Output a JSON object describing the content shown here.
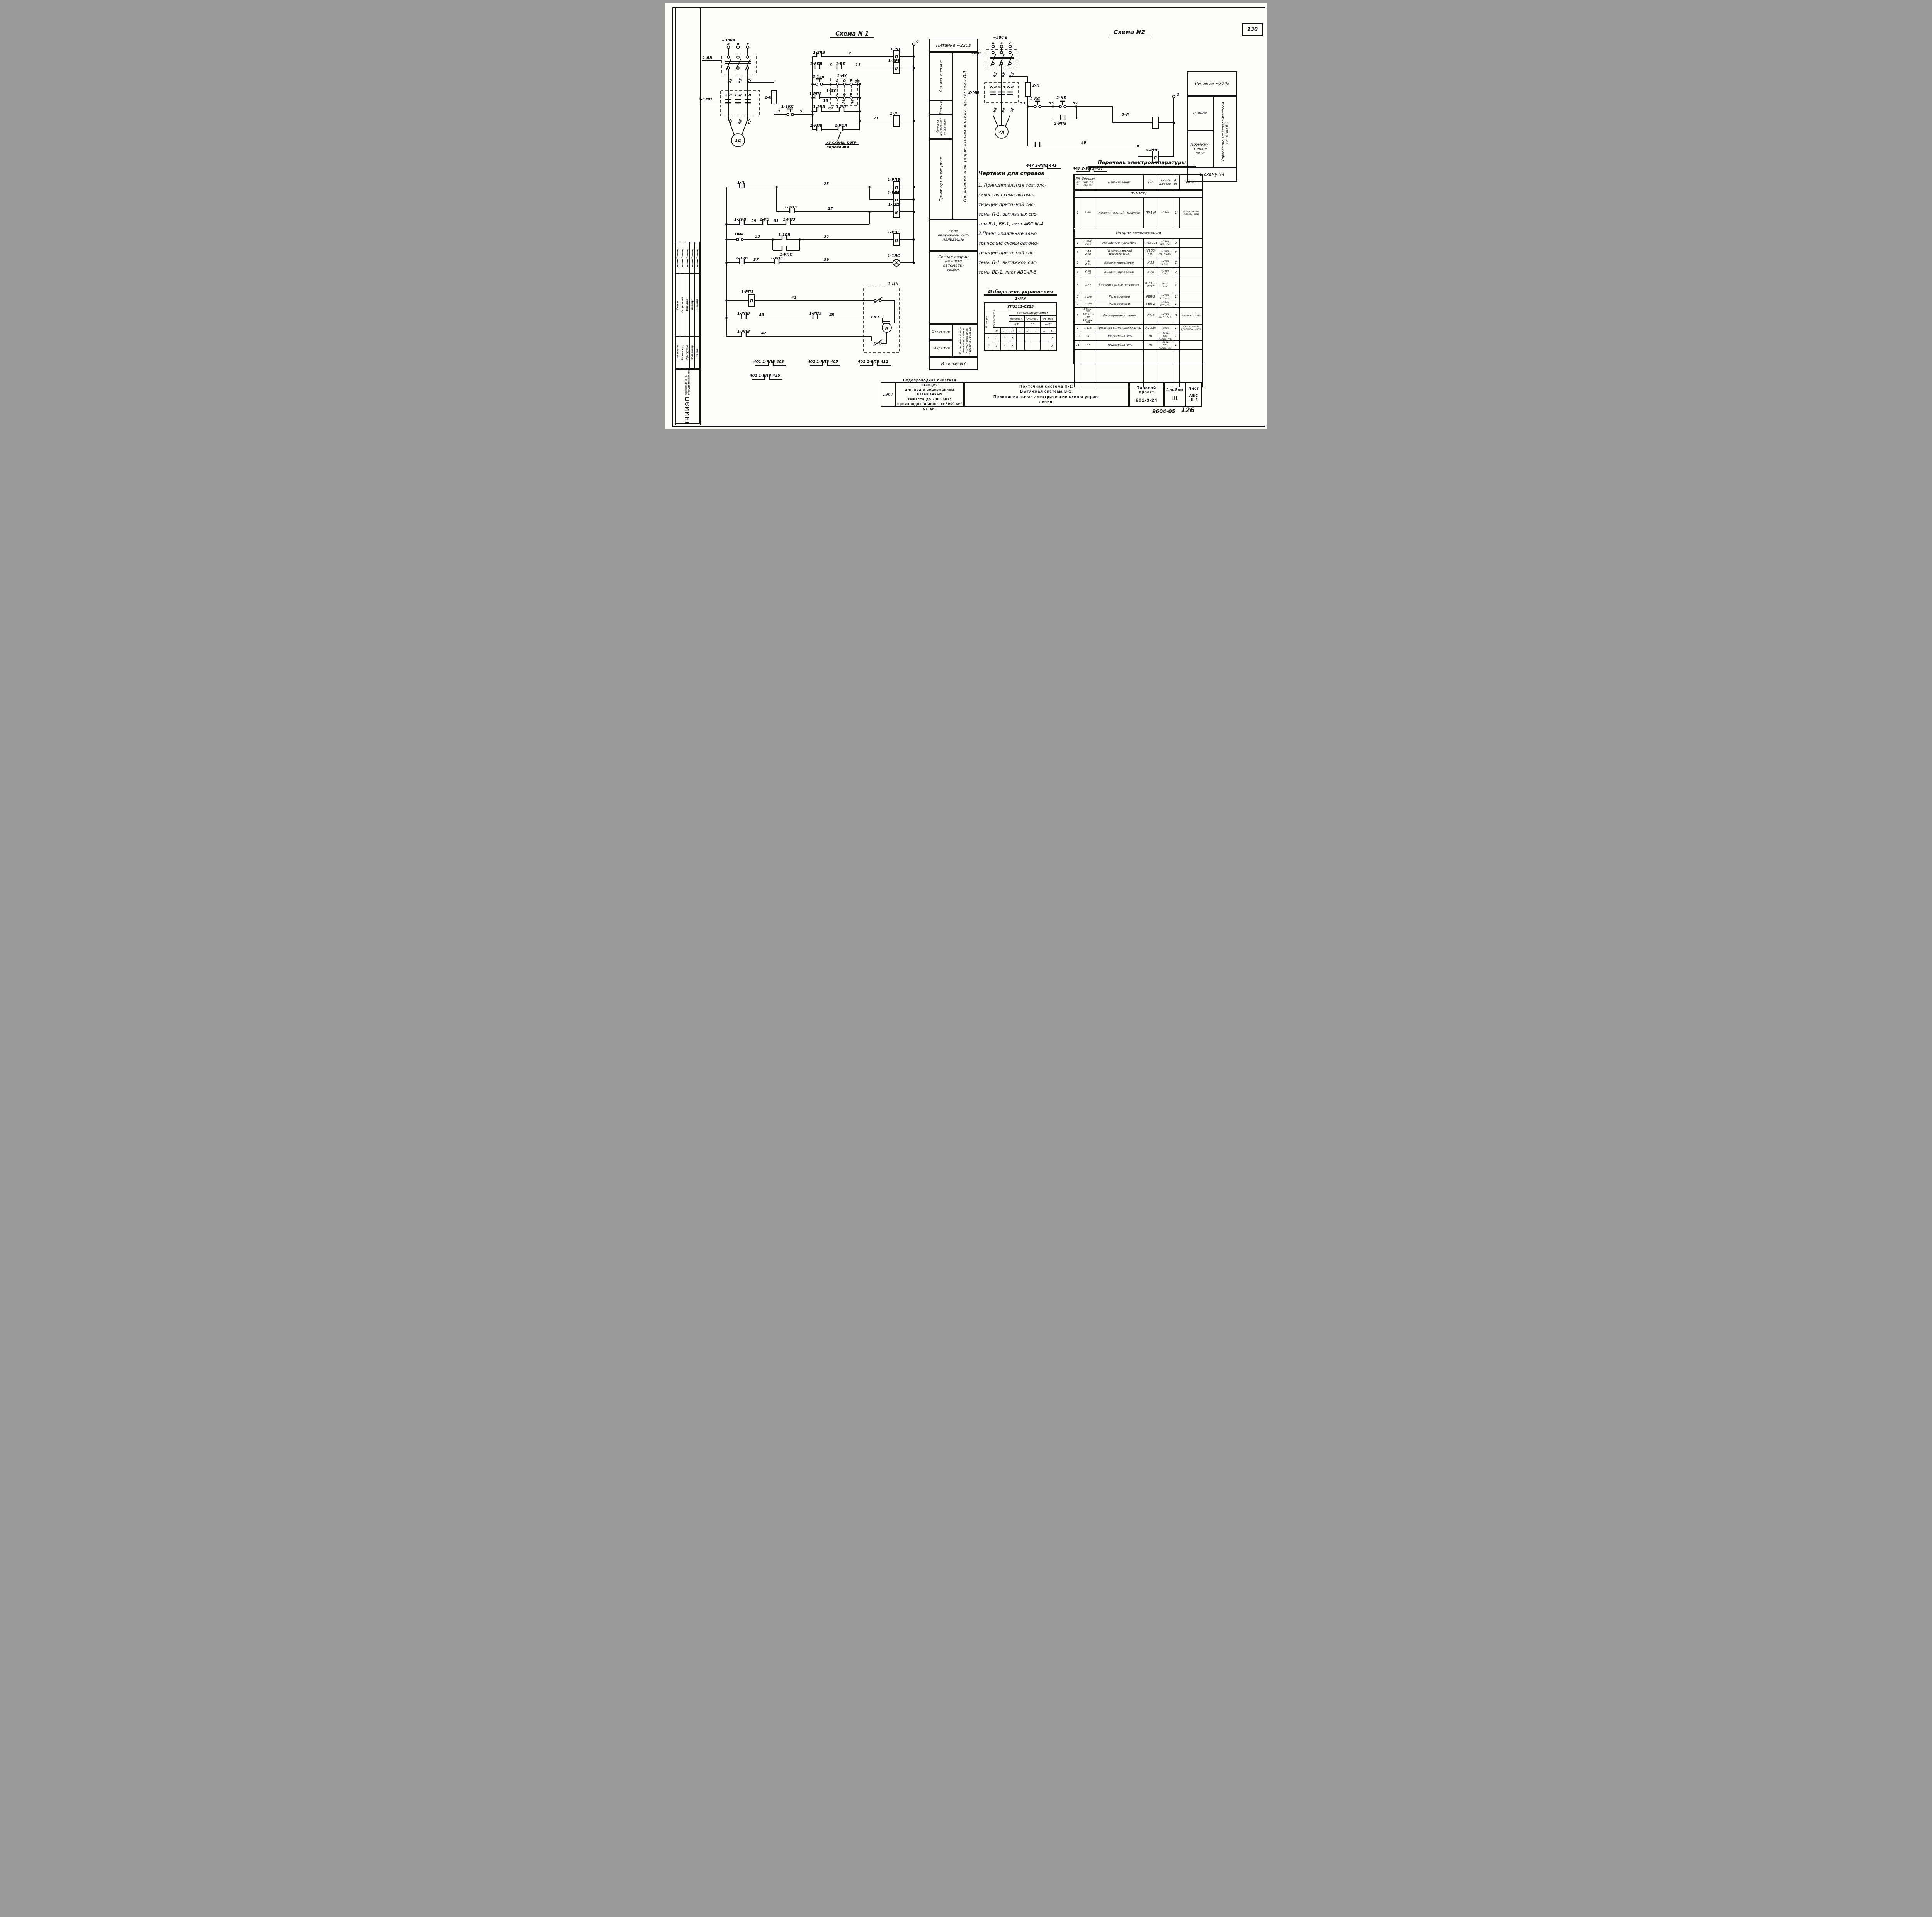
{
  "page": {
    "corner_number": "130",
    "doc_code": "9604-05",
    "hand_number": "126"
  },
  "schema1": {
    "title": "Схема N 1",
    "panel": {
      "header": "Питание ~220в",
      "auto": "Автоматическое",
      "manual": "Ручное",
      "coil": "Катушка магнитного пускателя.",
      "inter": "Промежуточные реле",
      "right": "Управление электродвигателем вентилятора системы П-1.",
      "alarm": "Реле\nаварийной сиг-\nнализации",
      "signal": "Сигнал аварии\nна щите\nавтомати-\nзации.",
      "open": "Открытие",
      "close": "Закрытие",
      "right2": "Управление испол-нительным меха-низмом клапанам наружного воздуха",
      "footer": "В схему N3"
    },
    "labels": [
      [
        "~380в",
        148,
        99
      ],
      [
        "а",
        165,
        109,
        0,
        "m"
      ],
      [
        "в",
        190,
        109,
        0,
        "m"
      ],
      [
        "с",
        215,
        109,
        0,
        "m"
      ],
      [
        "1-АВ",
        98,
        145
      ],
      [
        "1-1МП",
        88,
        252
      ],
      [
        "а1",
        170,
        208,
        -65
      ],
      [
        "в1",
        195,
        208,
        -65
      ],
      [
        "с1",
        220,
        208,
        -65
      ],
      [
        "1-Л",
        165,
        241,
        0,
        "m"
      ],
      [
        "1-Л",
        190,
        241,
        0,
        "m"
      ],
      [
        "1-Л",
        215,
        241,
        0,
        "m"
      ],
      [
        "а2",
        170,
        314,
        -65
      ],
      [
        "в2",
        195,
        314,
        -65
      ],
      [
        "с2",
        220,
        314,
        -65
      ],
      [
        "1Д",
        190,
        359,
        0,
        "m"
      ],
      [
        "1-П",
        259,
        247
      ],
      [
        "3",
        292,
        283
      ],
      [
        "1-1КС",
        302,
        271
      ],
      [
        "5",
        350,
        283
      ],
      [
        "1-2РВ",
        384,
        131
      ],
      [
        "7",
        476,
        133
      ],
      [
        "1-РП",
        584,
        122
      ],
      [
        "П",
        600,
        142,
        0,
        "m"
      ],
      [
        "1-РПВ",
        376,
        160
      ],
      [
        "9",
        428,
        163
      ],
      [
        "1-РП",
        443,
        160
      ],
      [
        "11",
        494,
        163
      ],
      [
        "1-2РВ",
        579,
        152
      ],
      [
        "В",
        600,
        172,
        0,
        "m"
      ],
      [
        "1-1кп",
        383,
        194
      ],
      [
        "1-ИУ",
        446,
        191
      ],
      [
        "А",
        447,
        204,
        0,
        "m"
      ],
      [
        "О",
        465,
        204,
        0,
        "m"
      ],
      [
        "Р",
        483,
        204,
        0,
        "m"
      ],
      [
        "13",
        492,
        207
      ],
      [
        "1-ИУ",
        418,
        230
      ],
      [
        "А",
        447,
        240,
        0,
        "m"
      ],
      [
        "О",
        465,
        240,
        0,
        "m"
      ],
      [
        "Р",
        483,
        240,
        0,
        "m"
      ],
      [
        "1-РПВ",
        374,
        238
      ],
      [
        "15",
        410,
        256
      ],
      [
        "2",
        462,
        259,
        0,
        "m"
      ],
      [
        "4",
        486,
        259,
        0,
        "m"
      ],
      [
        "1-2РВ",
        384,
        272
      ],
      [
        "19",
        422,
        275
      ],
      [
        "1-РП",
        444,
        272
      ],
      [
        "21",
        540,
        301
      ],
      [
        "1-Л",
        583,
        289
      ],
      [
        "1-РПВ",
        376,
        320
      ],
      [
        "1-РПА",
        440,
        320
      ],
      [
        "из схемы регу-",
        418,
        364
      ],
      [
        "лирования",
        418,
        376
      ],
      [
        "1-П",
        188,
        467
      ],
      [
        "25",
        412,
        471
      ],
      [
        "1-РПВ",
        577,
        460
      ],
      [
        "П",
        600,
        481,
        0,
        "m"
      ],
      [
        "1-РПВ",
        577,
        494
      ],
      [
        "П",
        600,
        513,
        0,
        "m"
      ],
      [
        "1-РПЗ",
        310,
        531
      ],
      [
        "27",
        422,
        535
      ],
      [
        "1-1РВ",
        579,
        524
      ],
      [
        "В",
        600,
        545,
        0,
        "m"
      ],
      [
        "1-2РВ",
        180,
        563
      ],
      [
        "29",
        224,
        567
      ],
      [
        "1-РП",
        246,
        563
      ],
      [
        "31",
        282,
        567
      ],
      [
        "1-РПЗ",
        306,
        563
      ],
      [
        "1КС",
        180,
        601
      ],
      [
        "33",
        234,
        607
      ],
      [
        "1-1РВ",
        294,
        603
      ],
      [
        "35",
        412,
        607
      ],
      [
        "1-РПС",
        577,
        596
      ],
      [
        "П",
        600,
        617,
        0,
        "m"
      ],
      [
        "1-РПС",
        298,
        654
      ],
      [
        "1-1РВ",
        184,
        663
      ],
      [
        "37",
        230,
        667
      ],
      [
        "1-РПС",
        274,
        663
      ],
      [
        "39",
        412,
        667
      ],
      [
        "1-1ЛС",
        577,
        657
      ],
      [
        "1-РПЗ",
        198,
        750
      ],
      [
        "П",
        225,
        774,
        0,
        "m"
      ],
      [
        "41",
        328,
        765
      ],
      [
        "1-РПВ",
        188,
        806
      ],
      [
        "43",
        244,
        810
      ],
      [
        "1-РПЗ",
        374,
        806
      ],
      [
        "45",
        426,
        810
      ],
      [
        "1-РПВ",
        188,
        853
      ],
      [
        "47",
        250,
        857
      ],
      [
        "1-ЦН",
        578,
        730
      ],
      [
        "Д",
        575,
        844,
        0,
        "m"
      ],
      [
        "401 1-РПВ 403",
        230,
        931
      ],
      [
        "401 1-РПВ 405",
        370,
        931
      ],
      [
        "401 1-РПВ 411",
        500,
        931
      ],
      [
        "401 1-РПВ 425",
        220,
        967
      ],
      [
        "0",
        651,
        102
      ]
    ]
  },
  "schema2": {
    "title": "Схема N2",
    "panel": {
      "header": "Питание ~220в",
      "manual": "Ручное",
      "inter": "Промежу-\nточное\nреле",
      "right": "Управление электродвигателем системы В-1.",
      "footer": "В схему N4"
    },
    "labels": [
      [
        "~380 в",
        850,
        92
      ],
      [
        "а",
        850,
        107,
        0,
        "m"
      ],
      [
        "в",
        872,
        107,
        0,
        "m"
      ],
      [
        "с",
        894,
        107,
        0,
        "m"
      ],
      [
        "2-АВ",
        793,
        133
      ],
      [
        "2-МП",
        786,
        234
      ],
      [
        "а3",
        855,
        192,
        -65
      ],
      [
        "в3",
        877,
        192,
        -65
      ],
      [
        "с3",
        899,
        192,
        -65
      ],
      [
        "2-Л",
        850,
        221,
        0,
        "m"
      ],
      [
        "2-Л",
        872,
        221,
        0,
        "m"
      ],
      [
        "2-Л",
        894,
        221,
        0,
        "m"
      ],
      [
        "а4",
        855,
        284,
        -65
      ],
      [
        "в4",
        877,
        284,
        -65
      ],
      [
        "с4",
        899,
        284,
        -65
      ],
      [
        "2Д",
        872,
        337,
        0,
        "m"
      ],
      [
        "2-П",
        952,
        216
      ],
      [
        "53",
        920,
        262
      ],
      [
        "2-КС",
        946,
        251
      ],
      [
        "55",
        994,
        262
      ],
      [
        "2-КП",
        1014,
        248
      ],
      [
        "57",
        1056,
        262
      ],
      [
        "2-РПВ",
        1008,
        315
      ],
      [
        "2-Л",
        1183,
        292
      ],
      [
        "59",
        1078,
        364
      ],
      [
        "2-РПВ",
        1246,
        384
      ],
      [
        "П",
        1270,
        404,
        0,
        "m"
      ],
      [
        "0",
        1325,
        240
      ],
      [
        "447 2-РПВ 441",
        936,
        423
      ],
      [
        "447 2-РПВ 437",
        1056,
        431
      ]
    ]
  },
  "references": {
    "title": "Чертежи для справок",
    "lines": [
      "1. Принципиальная техноло-",
      "гическая схема автома-",
      "тизации приточной сис-",
      "темы П-1, вытяжных сис-",
      "тем В-1, ВЕ-1, лист АВС III-4",
      "2.Принципиальные элек-",
      "трические схемы автома-",
      "тизации приточной сис-",
      "темы П-1, вытяжной сис-",
      "темы ВЕ-1, лист АВС-III-6"
    ]
  },
  "list_title": "Перечень электроаппаратуры",
  "apparatus": {
    "columns": [
      "NN\nп/п",
      "Обозначе-\nние по\nсхеме",
      "Наименование",
      "Тип",
      "Технич.\nданные",
      "К-во",
      "Примеч."
    ],
    "sections": [
      {
        "name": "по месту",
        "rows": [
          {
            "n": "1",
            "ref": "1-ИМ",
            "name": "Исполнительный механизм",
            "type": "ПР-1 М",
            "tech": "~220в",
            "qty": "1",
            "note": "Комплектно\nс заслонкой"
          }
        ]
      },
      {
        "name": "На щите автоматизации",
        "rows": [
          {
            "n": "1",
            "ref": "1-1МП\n2-МП",
            "name": "Магнитный пускатель",
            "type": "ПМЕ-111",
            "tech": "~220в\n5но+2нз",
            "qty": "2",
            "note": ""
          },
          {
            "n": "2",
            "ref": "1-АВ\n2-АВ",
            "name": "Автоматический выключатель",
            "type": "АП 50-\n3МТ",
            "tech": "~380в\nIуст=1,6а",
            "qty": "2",
            "note": ""
          },
          {
            "n": "3",
            "ref": "1-КС\n2-КС",
            "name": "Кнопка управления",
            "type": "К-23",
            "tech": "~220в\n2 н.з.",
            "qty": "2",
            "note": ""
          },
          {
            "n": "4",
            "ref": "2-КП\n1-КП",
            "name": "Кнопка управления",
            "type": "К-20",
            "tech": "~220в\n2 н.о",
            "qty": "2",
            "note": ""
          },
          {
            "n": "5",
            "ref": "1-ИУ",
            "name": "Универсальный переключ.",
            "type": "УП5311-\nС225",
            "tech": "на 2 секц.",
            "qty": "1",
            "note": ""
          },
          {
            "n": "6",
            "ref": "1-2РВ",
            "name": "Реле времени",
            "type": "РВП-2",
            "tech": "~220в\n2°° исп.",
            "qty": "1",
            "note": ""
          },
          {
            "n": "7",
            "ref": "1-1РВ",
            "name": "Реле времени",
            "type": "РВП-2",
            "tech": "~220в\n4°° исп.",
            "qty": "1",
            "note": ""
          },
          {
            "n": "8",
            "ref": "1-РП;1-РПВ\n1-РПВ;1-РПС\n1-РПЗ;2-РПВ",
            "name": "Реле промежуточное",
            "type": "ПЭ-6",
            "tech": "~220в\n4н.о+2н.з",
            "qty": "6",
            "note": "2пр309.013.52"
          },
          {
            "n": "9",
            "ref": "1-1ЛС",
            "name": "Арматура сигнальной лампы",
            "type": "АС-220",
            "tech": "~220в",
            "qty": "1",
            "note": "с колпачком\nкрасного цвета"
          },
          {
            "n": "10",
            "ref": "1-П",
            "name": "Предохранитель",
            "type": "ПТ",
            "tech": "~250в, 10а\nIпл.вст=1а",
            "qty": "1",
            "note": ""
          },
          {
            "n": "11",
            "ref": "2П",
            "name": "Предохранитель",
            "type": "ПТ",
            "tech": "~250в, 10а\nIпл.вст.1а",
            "qty": "1",
            "note": ""
          }
        ]
      }
    ]
  },
  "selector": {
    "title": "Избиратель управления",
    "subtitle": "1-ИУ",
    "type": "УП5311-С225",
    "col_section": "N секции",
    "col_contacts": "NN контактов",
    "pos_header": "Положение рукоятки",
    "modes": [
      "Автомат.",
      "Отключ.",
      "Ручное"
    ],
    "angles": [
      "-45°",
      "0°",
      "+45°"
    ],
    "lp": [
      "Л",
      "П"
    ],
    "rows": [
      {
        "section": "I",
        "contacts": [
          "1",
          "2"
        ],
        "marks": [
          "X",
          "",
          "",
          "",
          "",
          "X"
        ]
      },
      {
        "section": "II",
        "contacts": [
          "3",
          "4"
        ],
        "marks": [
          "X",
          "",
          "",
          "",
          "",
          "X"
        ]
      }
    ]
  },
  "title_block": {
    "year": "1967",
    "object": "Водопроводная очистная станция\nдля вод с содержанием взвешенных\nвеществ до 2000 мг/л\nпроизводительностью 8000 м³/сутки.",
    "subject": "Приточная система П-1;\nВытяжная система В-1.\nПринципиальные электрические схемы управ-\nления.",
    "tp_label": "Типовой проект",
    "tp_num": "901-3-24",
    "album_label": "Альбом",
    "album": "III",
    "sheet_label": "Лист",
    "sheet": "АВС III-5"
  },
  "stamp": {
    "org_big": "ЦНИИЭП",
    "org_mid": "инженерного оборудования",
    "org_small": "г. Москва.",
    "people": [
      {
        "role": "Нач. отдела",
        "name": "Перель"
      },
      {
        "role": "Гл. инж. отд.",
        "name": "Латуновский"
      },
      {
        "role": "Рук. группы",
        "name": "Вавилова"
      },
      {
        "role": "Ст. инженер",
        "name": "Шнаберг"
      },
      {
        "role": "Техник",
        "name": "Черкасов"
      }
    ]
  }
}
